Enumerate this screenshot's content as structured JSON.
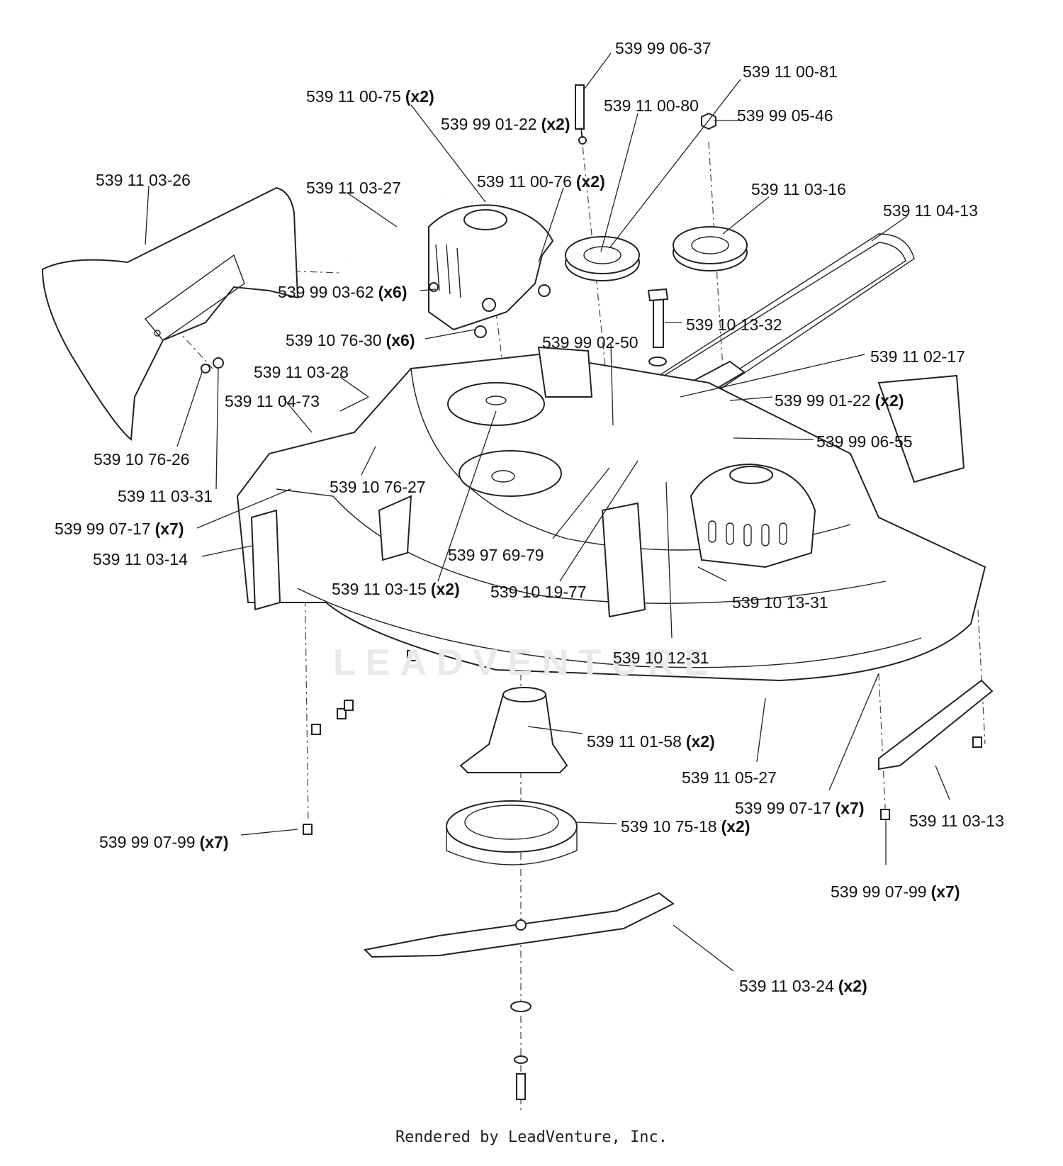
{
  "callouts": [
    {
      "id": "c1",
      "part": "539 99 06-37",
      "qty": ""
    },
    {
      "id": "c2",
      "part": "539 11 00-81",
      "qty": ""
    },
    {
      "id": "c3",
      "part": "539 11 00-75",
      "qty": "(x2)"
    },
    {
      "id": "c4",
      "part": "539 11 00-80",
      "qty": ""
    },
    {
      "id": "c5",
      "part": "539 99 01-22",
      "qty": "(x2)"
    },
    {
      "id": "c6",
      "part": "539 99 05-46",
      "qty": ""
    },
    {
      "id": "c7",
      "part": "539 11 03-26",
      "qty": ""
    },
    {
      "id": "c8",
      "part": "539 11 00-76",
      "qty": "(x2)"
    },
    {
      "id": "c9",
      "part": "539 11 03-27",
      "qty": ""
    },
    {
      "id": "c10",
      "part": "539 11 03-16",
      "qty": ""
    },
    {
      "id": "c11",
      "part": "539 11 04-13",
      "qty": ""
    },
    {
      "id": "c12",
      "part": "539 99 03-62",
      "qty": "(x6)"
    },
    {
      "id": "c13",
      "part": "539 10 13-32",
      "qty": ""
    },
    {
      "id": "c14",
      "part": "539 10 76-30",
      "qty": "(x6)"
    },
    {
      "id": "c15",
      "part": "539 99 02-50",
      "qty": ""
    },
    {
      "id": "c16",
      "part": "539 11 02-17",
      "qty": ""
    },
    {
      "id": "c17",
      "part": "539 11 03-28",
      "qty": ""
    },
    {
      "id": "c18",
      "part": "539 99 01-22",
      "qty": "(x2)"
    },
    {
      "id": "c19",
      "part": "539 11 04-73",
      "qty": ""
    },
    {
      "id": "c20",
      "part": "539 99 06-55",
      "qty": ""
    },
    {
      "id": "c21",
      "part": "539 10 76-26",
      "qty": ""
    },
    {
      "id": "c22",
      "part": "539 10 76-27",
      "qty": ""
    },
    {
      "id": "c23",
      "part": "539 11 03-31",
      "qty": ""
    },
    {
      "id": "c24",
      "part": "539 99 07-17",
      "qty": "(x7)"
    },
    {
      "id": "c25",
      "part": "539 97 69-79",
      "qty": ""
    },
    {
      "id": "c26",
      "part": "539 11 03-14",
      "qty": ""
    },
    {
      "id": "c27",
      "part": "539 11 03-15",
      "qty": "(x2)"
    },
    {
      "id": "c28",
      "part": "539 10 19-77",
      "qty": ""
    },
    {
      "id": "c29",
      "part": "539 10 13-31",
      "qty": ""
    },
    {
      "id": "c30",
      "part": "539 10 12-31",
      "qty": ""
    },
    {
      "id": "c31",
      "part": "539 11 01-58",
      "qty": "(x2)"
    },
    {
      "id": "c32",
      "part": "539 11 05-27",
      "qty": ""
    },
    {
      "id": "c33",
      "part": "539 99 07-17",
      "qty": "(x7)"
    },
    {
      "id": "c34",
      "part": "539 11 03-13",
      "qty": ""
    },
    {
      "id": "c35",
      "part": "539 10 75-18",
      "qty": "(x2)"
    },
    {
      "id": "c36",
      "part": "539 99 07-99",
      "qty": "(x7)"
    },
    {
      "id": "c37",
      "part": "539 99 07-99",
      "qty": "(x7)"
    },
    {
      "id": "c38",
      "part": "539 11 03-24",
      "qty": "(x2)"
    }
  ],
  "watermark": "LEADVENTURE",
  "footer": "Rendered by LeadVenture, Inc."
}
